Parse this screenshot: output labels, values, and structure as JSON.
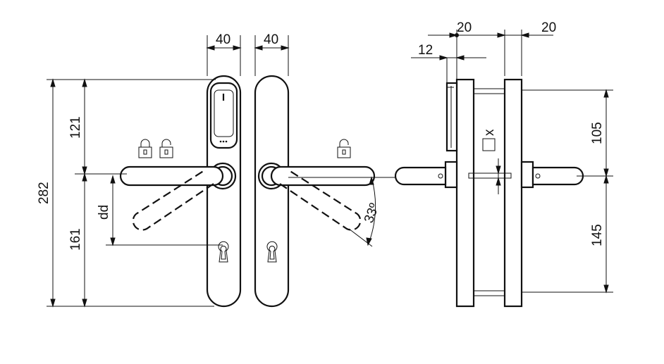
{
  "figure": {
    "background": "#ffffff",
    "line_color": "#111111"
  },
  "dimensions": {
    "front_width": "40",
    "back_width": "40",
    "total_height": "282",
    "upper_height": "121",
    "lower_height": "161",
    "backset": "dd",
    "rotation_angle": "33º",
    "side_spacing_a": "20",
    "side_spacing_b": "20",
    "side_offset": "12",
    "side_upper": "105",
    "side_lower": "145",
    "spindle": "x"
  },
  "icons": {
    "front_locks": [
      "padlock-closed-icon",
      "padlock-open-icon"
    ],
    "back_lock": "padlock-open-icon",
    "spindle_square": "square-spindle-icon"
  }
}
